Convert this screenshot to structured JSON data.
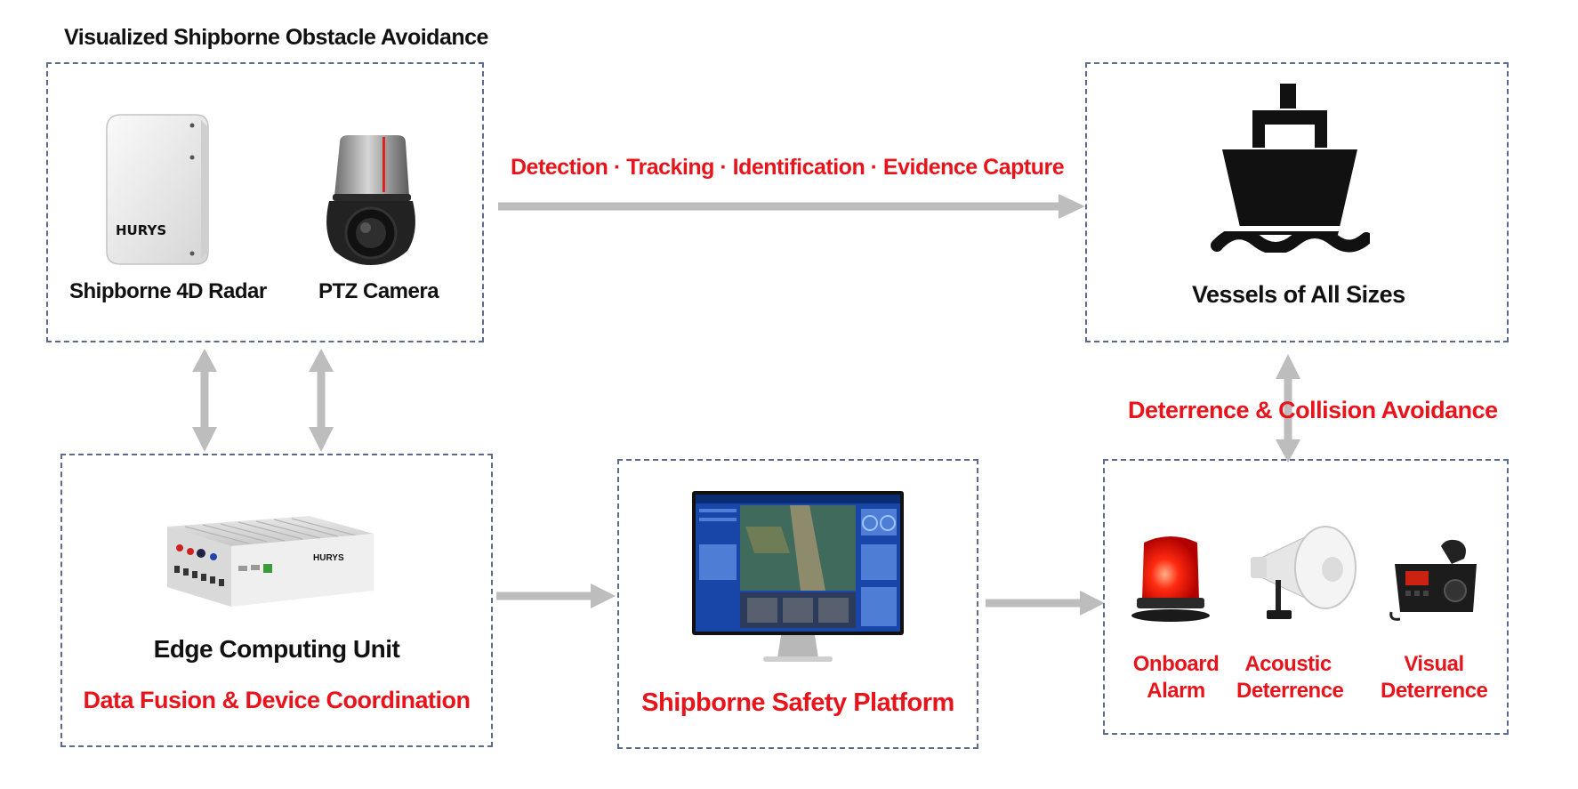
{
  "diagram": {
    "title": "Visualized Shipborne Obstacle Avoidance",
    "radar_label": "Shipborne 4D Radar",
    "radar_brand": "HURYS",
    "camera_label": "PTZ Camera",
    "flow_label": "Detection · Tracking · Identification · Evidence Capture",
    "vessels_label": "Vessels of All Sizes",
    "deterrence_label": "Deterrence & Collision Avoidance",
    "edge_title": "Edge Computing Unit",
    "edge_subtitle": "Data Fusion & Device Coordination",
    "edge_brand": "HURYS",
    "platform_label": "Shipborne Safety Platform",
    "outputs": [
      {
        "line1": "Onboard",
        "line2": "Alarm"
      },
      {
        "line1": "Acoustic",
        "line2": "Deterrence"
      },
      {
        "line1": "Visual",
        "line2": "Deterrence"
      }
    ]
  },
  "colors": {
    "accent_red": "#e8141b",
    "arrow_gray": "#bdbdbd",
    "box_border": "#5a6b8c",
    "platform_blue": "#1746a8"
  },
  "icons": [
    "radar-device-icon",
    "ptz-camera-icon",
    "ship-icon",
    "edge-computer-icon",
    "monitor-icon",
    "beacon-alarm-icon",
    "horn-speaker-icon",
    "marine-radio-icon"
  ]
}
